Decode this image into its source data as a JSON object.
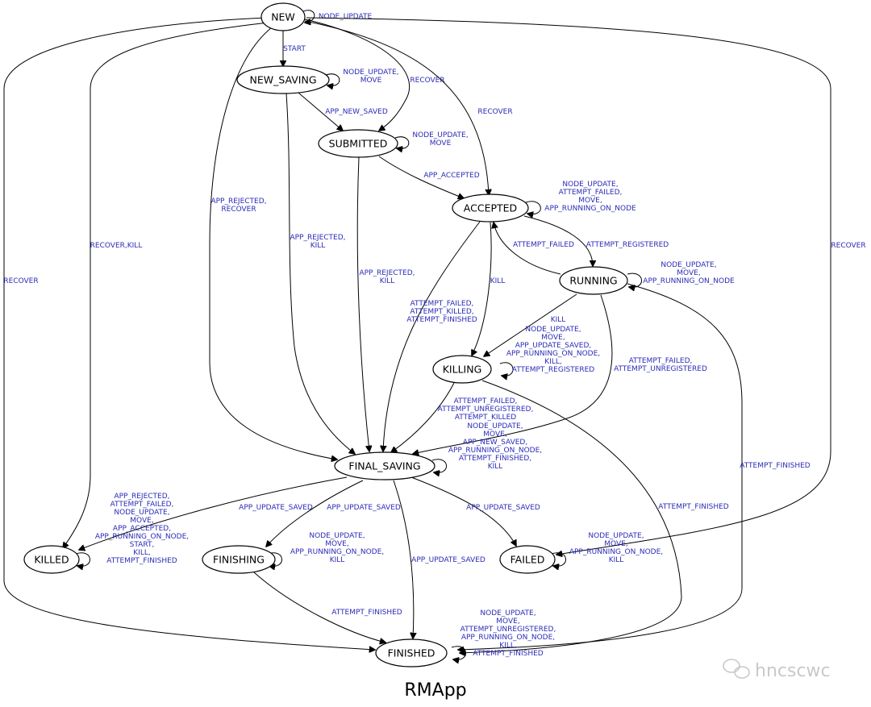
{
  "title": "RMApp",
  "watermark": "hncscwc",
  "nodes": {
    "new": "NEW",
    "new_saving": "NEW_SAVING",
    "submitted": "SUBMITTED",
    "accepted": "ACCEPTED",
    "running": "RUNNING",
    "killing": "KILLING",
    "final_saving": "FINAL_SAVING",
    "killed": "KILLED",
    "finishing": "FINISHING",
    "failed": "FAILED",
    "finished": "FINISHED"
  },
  "edges": [
    {
      "from": "NEW",
      "to": "NEW",
      "labels": [
        "NODE_UPDATE"
      ]
    },
    {
      "from": "NEW",
      "to": "NEW_SAVING",
      "labels": [
        "START"
      ]
    },
    {
      "from": "NEW",
      "to": "SUBMITTED",
      "labels": [
        "RECOVER"
      ]
    },
    {
      "from": "NEW",
      "to": "ACCEPTED",
      "labels": [
        "RECOVER"
      ]
    },
    {
      "from": "NEW",
      "to": "FAILED",
      "labels": [
        "RECOVER"
      ]
    },
    {
      "from": "NEW",
      "to": "FINISHED",
      "labels": [
        "RECOVER"
      ]
    },
    {
      "from": "NEW",
      "to": "KILLED",
      "labels": [
        "RECOVER,KILL"
      ]
    },
    {
      "from": "NEW",
      "to": "FINAL_SAVING",
      "labels": [
        "APP_REJECTED,",
        "RECOVER"
      ]
    },
    {
      "from": "NEW_SAVING",
      "to": "NEW_SAVING",
      "labels": [
        "NODE_UPDATE,",
        "MOVE"
      ]
    },
    {
      "from": "NEW_SAVING",
      "to": "SUBMITTED",
      "labels": [
        "APP_NEW_SAVED"
      ]
    },
    {
      "from": "NEW_SAVING",
      "to": "FINAL_SAVING",
      "labels": [
        "APP_REJECTED,",
        "KILL"
      ]
    },
    {
      "from": "SUBMITTED",
      "to": "SUBMITTED",
      "labels": [
        "NODE_UPDATE,",
        "MOVE"
      ]
    },
    {
      "from": "SUBMITTED",
      "to": "ACCEPTED",
      "labels": [
        "APP_ACCEPTED"
      ]
    },
    {
      "from": "SUBMITTED",
      "to": "FINAL_SAVING",
      "labels": [
        "APP_REJECTED,",
        "KILL"
      ]
    },
    {
      "from": "ACCEPTED",
      "to": "ACCEPTED",
      "labels": [
        "NODE_UPDATE,",
        "ATTEMPT_FAILED,",
        "MOVE,",
        "APP_RUNNING_ON_NODE"
      ]
    },
    {
      "from": "ACCEPTED",
      "to": "RUNNING",
      "labels": [
        "ATTEMPT_REGISTERED"
      ]
    },
    {
      "from": "RUNNING",
      "to": "ACCEPTED",
      "labels": [
        "ATTEMPT_FAILED"
      ]
    },
    {
      "from": "ACCEPTED",
      "to": "KILLING",
      "labels": [
        "KILL"
      ]
    },
    {
      "from": "ACCEPTED",
      "to": "FINAL_SAVING",
      "labels": [
        "ATTEMPT_FAILED,",
        "ATTEMPT_KILLED,",
        "ATTEMPT_FINISHED"
      ]
    },
    {
      "from": "RUNNING",
      "to": "RUNNING",
      "labels": [
        "NODE_UPDATE,",
        "MOVE,",
        "APP_RUNNING_ON_NODE"
      ]
    },
    {
      "from": "RUNNING",
      "to": "KILLING",
      "labels": [
        "KILL"
      ]
    },
    {
      "from": "RUNNING",
      "to": "FINAL_SAVING",
      "labels": [
        "ATTEMPT_FAILED,",
        "ATTEMPT_UNREGISTERED"
      ]
    },
    {
      "from": "RUNNING",
      "to": "FINISHED",
      "labels": [
        "ATTEMPT_FINISHED"
      ]
    },
    {
      "from": "KILLING",
      "to": "KILLING",
      "labels": [
        "NODE_UPDATE,",
        "MOVE,",
        "APP_UPDATE_SAVED,",
        "APP_RUNNING_ON_NODE,",
        "KILL,",
        "ATTEMPT_REGISTERED"
      ]
    },
    {
      "from": "KILLING",
      "to": "FINAL_SAVING",
      "labels": [
        "ATTEMPT_FAILED,",
        "ATTEMPT_UNREGISTERED,",
        "ATTEMPT_KILLED"
      ]
    },
    {
      "from": "KILLING",
      "to": "FINISHED",
      "labels": [
        "ATTEMPT_FINISHED"
      ]
    },
    {
      "from": "FINAL_SAVING",
      "to": "FINAL_SAVING",
      "labels": [
        "NODE_UPDATE,",
        "MOVE,",
        "APP_NEW_SAVED,",
        "APP_RUNNING_ON_NODE,",
        "ATTEMPT_FINISHED,",
        "KILL"
      ]
    },
    {
      "from": "FINAL_SAVING",
      "to": "KILLED",
      "labels": [
        "APP_UPDATE_SAVED"
      ]
    },
    {
      "from": "FINAL_SAVING",
      "to": "FINISHING",
      "labels": [
        "APP_UPDATE_SAVED"
      ]
    },
    {
      "from": "FINAL_SAVING",
      "to": "FINISHED",
      "labels": [
        "APP_UPDATE_SAVED"
      ]
    },
    {
      "from": "FINAL_SAVING",
      "to": "FAILED",
      "labels": [
        "APP_UPDATE_SAVED"
      ]
    },
    {
      "from": "KILLED",
      "to": "KILLED",
      "labels": [
        "APP_REJECTED,",
        "ATTEMPT_FAILED,",
        "NODE_UPDATE,",
        "MOVE,",
        "APP_ACCEPTED,",
        "APP_RUNNING_ON_NODE,",
        "START,",
        "KILL,",
        "ATTEMPT_FINISHED"
      ]
    },
    {
      "from": "FINISHING",
      "to": "FINISHING",
      "labels": [
        "NODE_UPDATE,",
        "MOVE,",
        "APP_RUNNING_ON_NODE,",
        "KILL"
      ]
    },
    {
      "from": "FINISHING",
      "to": "FINISHED",
      "labels": [
        "ATTEMPT_FINISHED"
      ]
    },
    {
      "from": "FAILED",
      "to": "FAILED",
      "labels": [
        "NODE_UPDATE,",
        "MOVE,",
        "APP_RUNNING_ON_NODE,",
        "KILL"
      ]
    },
    {
      "from": "FINISHED",
      "to": "FINISHED",
      "labels": [
        "NODE_UPDATE,",
        "MOVE,",
        "ATTEMPT_UNREGISTERED,",
        "APP_RUNNING_ON_NODE,",
        "KILL,",
        "ATTEMPT_FINISHED"
      ]
    }
  ]
}
